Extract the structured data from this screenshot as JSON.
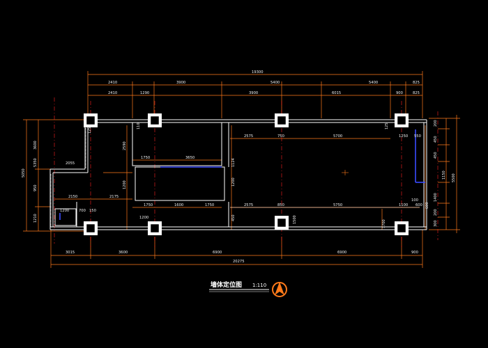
{
  "drawing": {
    "title": "墙体定位图",
    "scale": "1:110",
    "colors": {
      "background": "#000000",
      "wall": "#ffffff",
      "dimension": "#ff7a1a",
      "axis": "#ff2020",
      "column": "#ffffff",
      "partition": "#3a4cff",
      "text": "#f2f2f2"
    },
    "dims": {
      "top_total": "19300",
      "top_segments": [
        "2410",
        "3900",
        "5400",
        "5400",
        "825"
      ],
      "top_inner": [
        "2410",
        "1290",
        "3900",
        "6015",
        "900",
        "825"
      ],
      "bottom_segments": [
        "3015",
        "3600",
        "6900",
        "6900",
        "900"
      ],
      "bottom_total": "20275",
      "left": [
        "5050",
        "3600",
        "950",
        "1210"
      ],
      "right": [
        "200",
        "450",
        "450",
        "1150",
        "5500",
        "1400",
        "200",
        "300"
      ]
    },
    "room_dims": [
      "2575",
      "750",
      "5700",
      "1250",
      "550",
      "1750",
      "3650",
      "2575",
      "850",
      "5750",
      "1100",
      "100",
      "600",
      "1750",
      "1600",
      "1750",
      "2150",
      "2175",
      "1200",
      "700",
      "150",
      "1200",
      "125",
      "110",
      "1124",
      "1200",
      "1200",
      "125",
      "450",
      "1500",
      "1700",
      "600",
      "2055",
      "2590",
      "5350"
    ]
  }
}
